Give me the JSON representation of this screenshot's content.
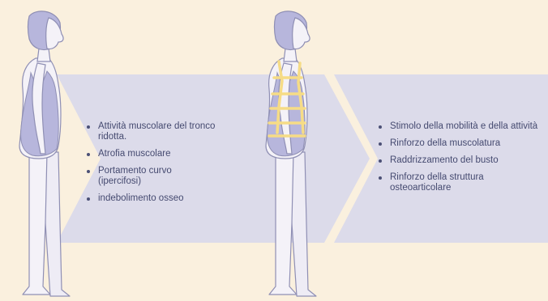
{
  "left_panel": {
    "items": [
      "Attività muscolare del tronco ridotta.",
      "Atrofia muscolare",
      "Portamento curvo (ipercifosi)",
      "indebolimento osseo"
    ]
  },
  "right_panel": {
    "items": [
      "Stimolo della mobilità e della attività",
      "Rinforzo della muscolatura",
      "Raddrizzamento del busto",
      "Rinforzo della struttura osteoarticolare"
    ]
  },
  "colors": {
    "background": "#faf0de",
    "arrow": "#dcdbea",
    "body_fill": "#f4f2f8",
    "outline": "#8f8fb4",
    "garment": "#b7b6dc",
    "brace": "#f6dc86",
    "text": "#454a70"
  },
  "icons": [
    "figure-before-icon",
    "figure-after-icon",
    "support-brace-icon"
  ]
}
